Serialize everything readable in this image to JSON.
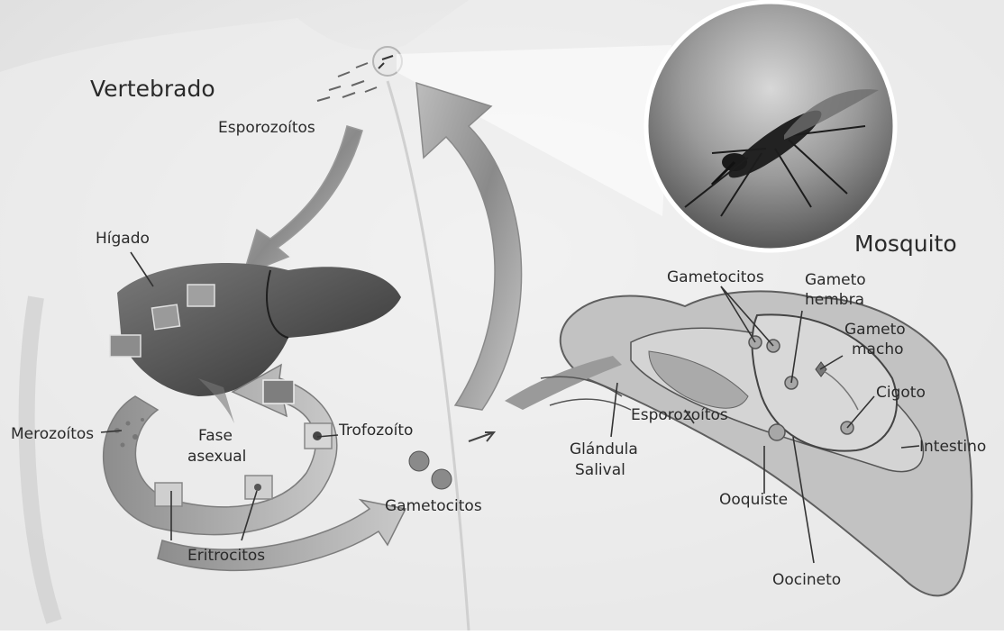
{
  "diagram": {
    "sections": {
      "vertebrate": "Vertebrado",
      "mosquito": "Mosquito"
    },
    "labels": {
      "sporozoites_top": "Esporozoítos",
      "liver": "Hígado",
      "merozoites": "Merozoítos",
      "phase_line1": "Fase",
      "phase_line2": "asexual",
      "trophozoite": "Trofozoíto",
      "erythrocytes": "Eritrocitos",
      "gametocytes_human": "Gametocitos",
      "gametocytes_mosquito": "Gametocitos",
      "female_gamete_line1": "Gameto",
      "female_gamete_line2": "hembra",
      "male_gamete_line1": "Gameto",
      "male_gamete_line2": "macho",
      "zygote": "Cigoto",
      "sporozoites_mosquito": "Esporozoítos",
      "salivary_line1": "Glándula",
      "salivary_line2": "Salival",
      "intestine": "Intestino",
      "oocyst": "Ooquiste",
      "ookinete": "Oocineto"
    }
  }
}
